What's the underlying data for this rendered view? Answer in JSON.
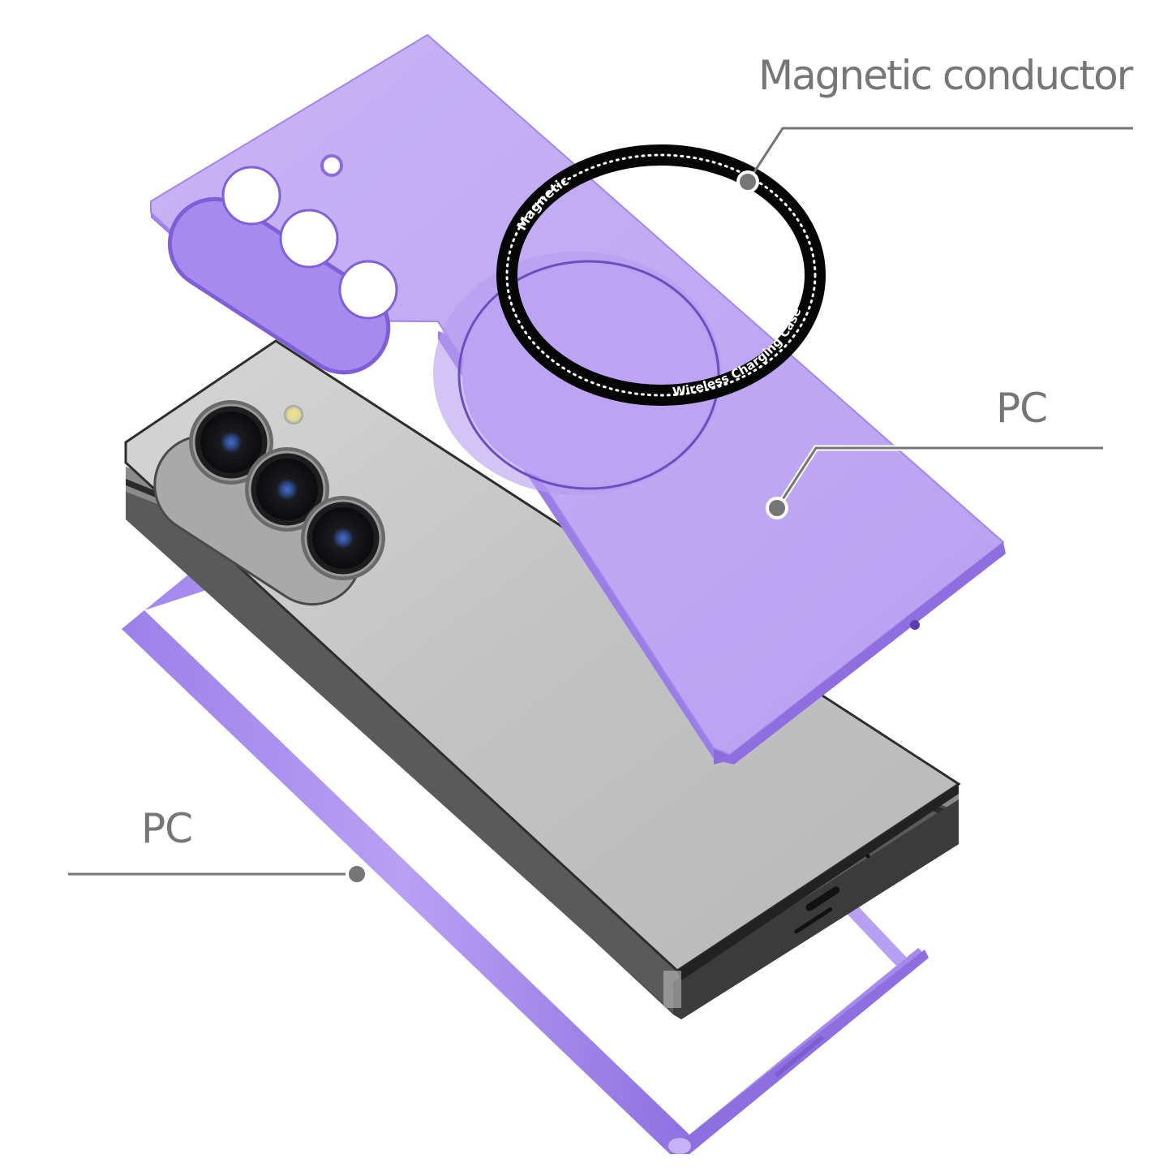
{
  "image": {
    "subject": "Exploded view of purple foldable phone case with magnetic ring",
    "background_color": "#ffffff"
  },
  "colors": {
    "case_purple": "#bba3f2",
    "case_purple_light": "#c9b5f7",
    "case_purple_dark": "#8f6ee0",
    "case_edge": "#9b7de8",
    "phone_grey": "#c4c4c4",
    "phone_grey_light": "#d8d8d8",
    "phone_edge": "#3a3a3a",
    "ring_black": "#050505",
    "callout_grey": "#767676",
    "lens_blue": "#2d4a8c"
  },
  "callouts": [
    {
      "id": "magnetic-conductor",
      "label": "Magnetic conductor",
      "points_to": "magnetic ring"
    },
    {
      "id": "pc-back-case",
      "label": "PC",
      "points_to": "purple back case"
    },
    {
      "id": "pc-frame",
      "label": "PC",
      "points_to": "purple bumper frame"
    }
  ],
  "ring": {
    "text_top": "Magnetic",
    "text_bottom": "Wireless Charging Case"
  },
  "phone": {
    "camera_lens_count": 3,
    "has_flash": true
  },
  "case": {
    "camera_cutouts": 3,
    "flash_cutout": true,
    "magsafe_recess": true
  }
}
